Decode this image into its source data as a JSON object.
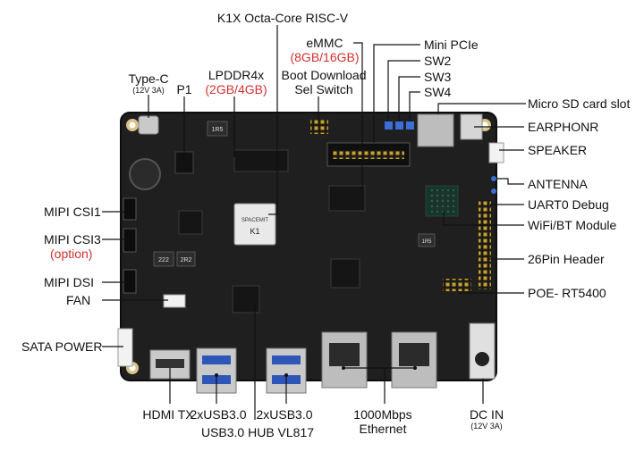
{
  "labels": {
    "soc": "K1X Octa-Core RISC-V",
    "emmc": "eMMC",
    "emmc_size": "(8GB/16GB)",
    "mini_pcie": "Mini PCIe",
    "sw2": "SW2",
    "sw3": "SW3",
    "sw4": "SW4",
    "micro_sd": "Micro SD card slot",
    "earphone": "EARPHONR",
    "speaker": "SPEAKER",
    "antenna": "ANTENNA",
    "uart": "UART0 Debug",
    "wifi": "WiFi/BT Module",
    "header26": "26Pin Header",
    "poe": "POE- RT5400",
    "typec": "Type-C",
    "typec_spec": "(12V 3A)",
    "p1": "P1",
    "lpddr": "LPDDR4x",
    "lpddr_size": "(2GB/4GB)",
    "boot_line1": "Boot Download",
    "boot_line2": "Sel Switch",
    "mipi_csi1": "MIPI CSI1",
    "mipi_csi3": "MIPI CSI3",
    "mipi_csi3_opt": "(option)",
    "mipi_dsi": "MIPI DSI",
    "fan": "FAN",
    "sata_power": "SATA POWER",
    "hdmi": "HDMI TX",
    "usb_a": "2xUSB3.0",
    "usb_b": "2xUSB3.0",
    "usb_hub": "USB3.0 HUB VL817",
    "eth_line1": "1000Mbps",
    "eth_line2": "Ethernet",
    "dcin": "DC IN",
    "dcin_spec": "(12V 3A)"
  },
  "board_silk": {
    "chip_brand": "SPACEMIT",
    "chip_mark": "K1",
    "ic_222": "222",
    "ic_1r5": "1R5",
    "ic_2r2": "2R2",
    "ic_1r5b": "1R5"
  },
  "colors": {
    "pcb": "#1f1f1f",
    "label_accent": "#d0312d",
    "connector_metal": "#c9c9c9",
    "button_blue": "#3b6fd6",
    "pin_gold": "#c9a227"
  }
}
